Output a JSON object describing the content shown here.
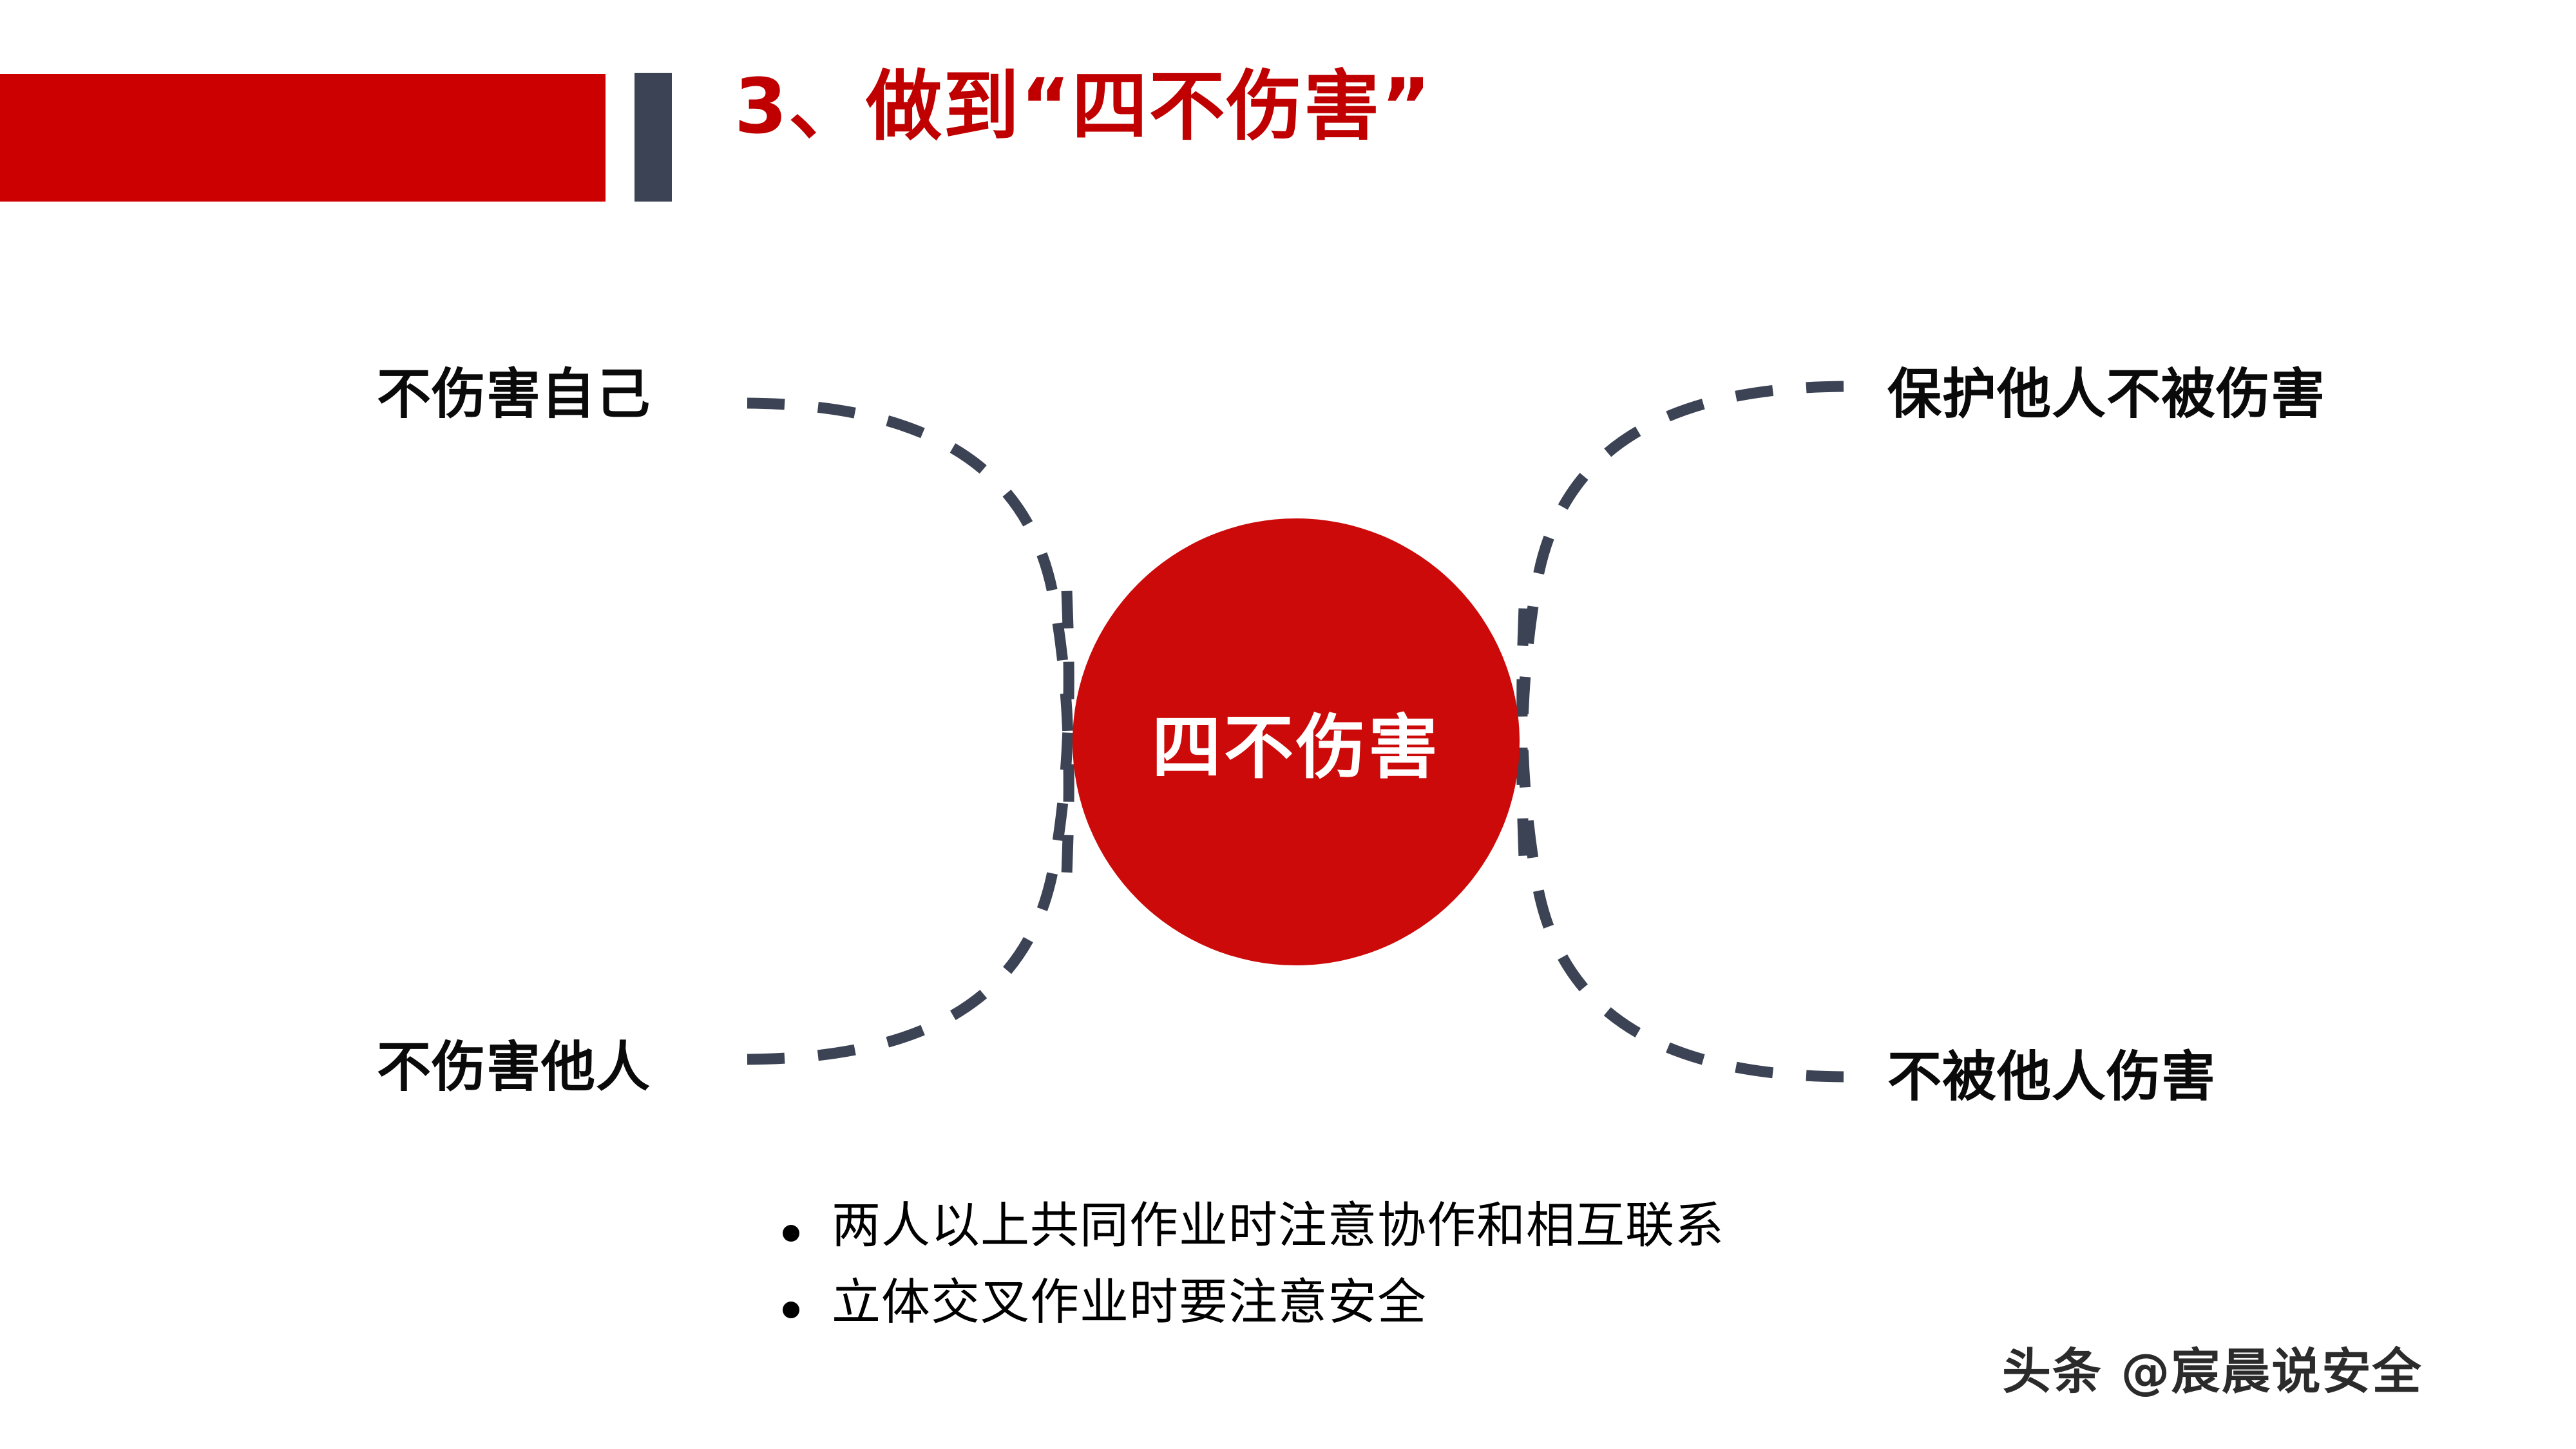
{
  "header": {
    "title": "3、做到“四不伤害”",
    "red_bar_color": "#CC0000",
    "accent_bar_color": "#3C4354",
    "title_color": "#C00000"
  },
  "diagram": {
    "center": {
      "label": "四不伤害",
      "fill_color": "#CC0A0A",
      "text_color": "#FFFFFF"
    },
    "connector_color": "#3C4354",
    "nodes": [
      {
        "id": "top-left",
        "label": "不伤害自己"
      },
      {
        "id": "top-right",
        "label": "保护他人不被伤害"
      },
      {
        "id": "bottom-left",
        "label": "不伤害他人"
      },
      {
        "id": "bottom-right",
        "label": "不被他人伤害"
      }
    ]
  },
  "notes": {
    "items": [
      "两人以上共同作业时注意协作和相互联系",
      "立体交叉作业时要注意安全"
    ]
  },
  "watermark": {
    "text": "头条 @宸晨说安全"
  }
}
